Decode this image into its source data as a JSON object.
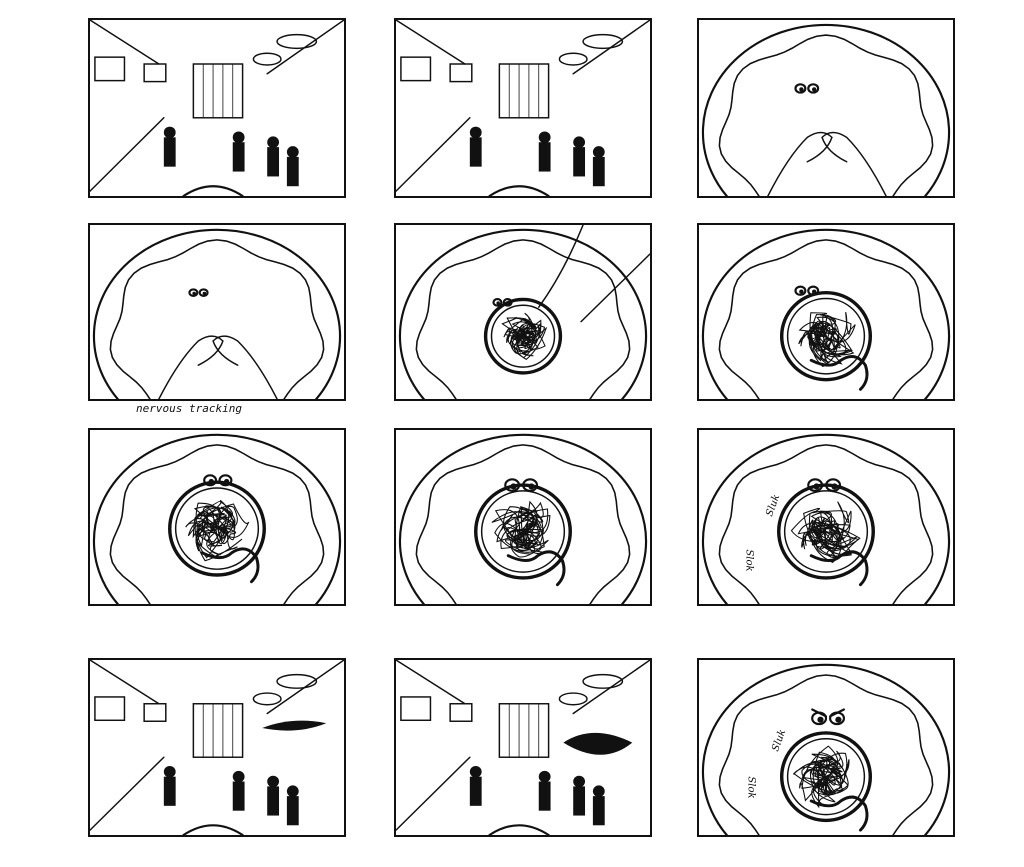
{
  "storyboard": {
    "panels": [
      {
        "id": 1
      },
      {
        "id": 2
      },
      {
        "id": 3
      },
      {
        "id": 4
      },
      {
        "id": 5
      },
      {
        "id": 6
      },
      {
        "id": 7
      },
      {
        "id": 8
      },
      {
        "id": 9
      },
      {
        "id": 10
      },
      {
        "id": 11
      },
      {
        "id": 12
      }
    ],
    "annotations": {
      "panel4_note": "nervous tracking",
      "panel9_sfx_1": "Sluk",
      "panel9_sfx_2": "Slok",
      "panel12_sfx_1": "Sluk",
      "panel12_sfx_2": "Slok"
    }
  }
}
